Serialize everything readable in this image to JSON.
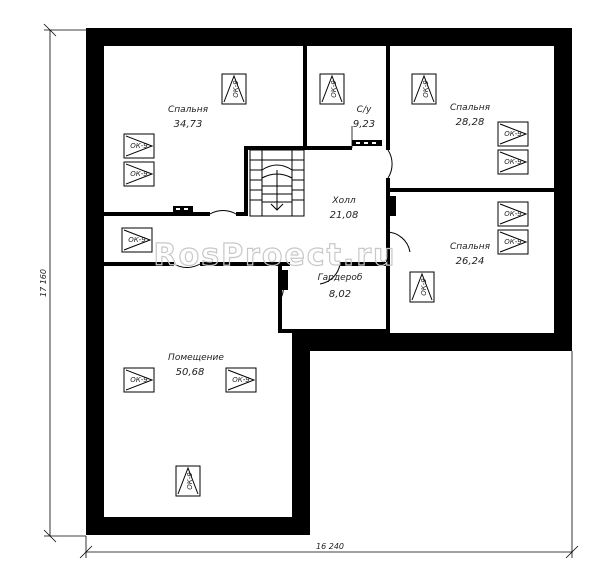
{
  "watermark": "RosProect.ru",
  "dimensions": {
    "width": "16 240",
    "height": "17 160"
  },
  "rooms": [
    {
      "name": "Спальня",
      "area": "34,73"
    },
    {
      "name": "С/у",
      "area": "9,23"
    },
    {
      "name": "Спальня",
      "area": "28,28"
    },
    {
      "name": "Холл",
      "area": "21,08"
    },
    {
      "name": "Спальня",
      "area": "26,24"
    },
    {
      "name": "Гардероб",
      "area": "8,02"
    },
    {
      "name": "Помещение",
      "area": "50,68"
    }
  ],
  "skylight_label": "ОК-9"
}
